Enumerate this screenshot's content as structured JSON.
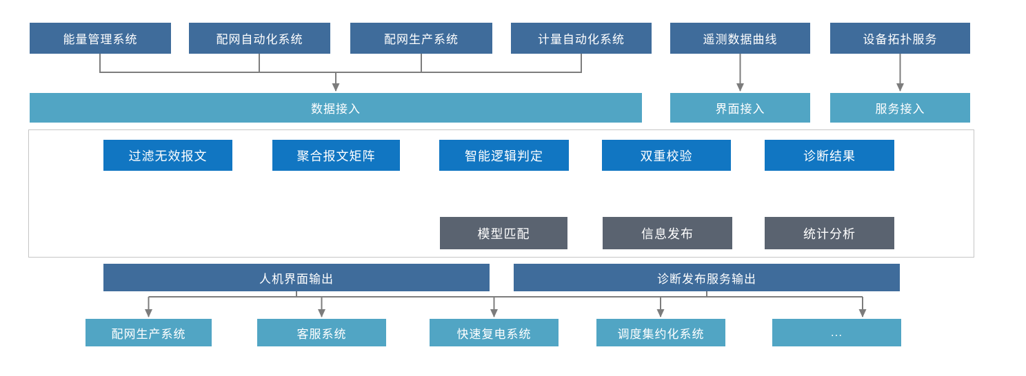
{
  "palette": {
    "source_box": "#3f6c9b",
    "access_bar": "#51a5c4",
    "pipeline_step": "#1176c2",
    "result_box": "#5a6370",
    "connector": "#7c7c7c",
    "frame_border": "#c5c5c5",
    "text": "#ffffff"
  },
  "sources": {
    "items": [
      {
        "label": "能量管理系统"
      },
      {
        "label": "配网自动化系统"
      },
      {
        "label": "配网生产系统"
      },
      {
        "label": "计量自动化系统"
      },
      {
        "label": "遥测数据曲线"
      },
      {
        "label": "设备拓扑服务"
      }
    ]
  },
  "access": {
    "data": "数据接入",
    "ui": "界面接入",
    "service": "服务接入"
  },
  "pipeline": {
    "steps": [
      {
        "label": "过滤无效报文"
      },
      {
        "label": "聚合报文矩阵"
      },
      {
        "label": "智能逻辑判定"
      },
      {
        "label": "双重校验"
      },
      {
        "label": "诊断结果"
      }
    ],
    "results": [
      {
        "label": "模型匹配"
      },
      {
        "label": "信息发布"
      },
      {
        "label": "统计分析"
      }
    ]
  },
  "outputs": {
    "hmi": "人机界面输出",
    "publish": "诊断发布服务输出"
  },
  "consumers": {
    "items": [
      {
        "label": "配网生产系统"
      },
      {
        "label": "客服系统"
      },
      {
        "label": "快速复电系统"
      },
      {
        "label": "调度集约化系统"
      },
      {
        "label": "..."
      }
    ]
  }
}
